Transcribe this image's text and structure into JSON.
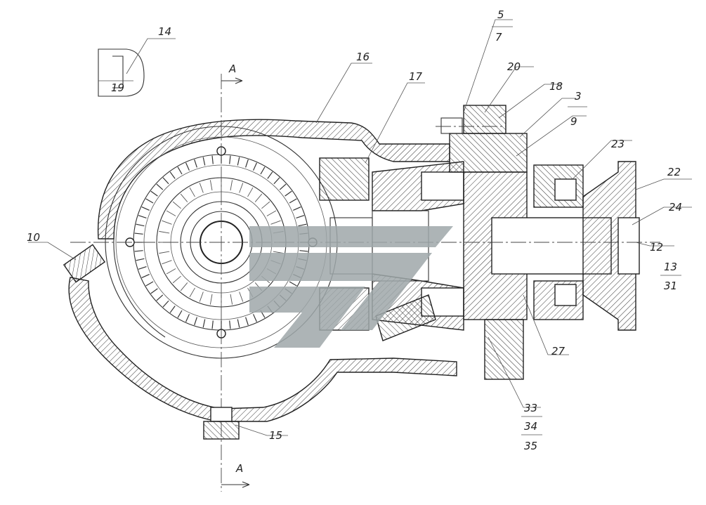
{
  "section_mark": "A",
  "callouts": {
    "c14": "14",
    "c16": "16",
    "c17": "17",
    "c5": "5",
    "c7": "7",
    "c20": "20",
    "c18": "18",
    "c3": "3",
    "c9": "9",
    "c23": "23",
    "c22": "22",
    "c24": "24",
    "c12": "12",
    "c13": "13",
    "c31": "31",
    "c27": "27",
    "c33": "33",
    "c34": "34",
    "c35": "35",
    "c15": "15",
    "c10": "10",
    "c19": "19"
  },
  "watermark_color": "#9fa8aa"
}
